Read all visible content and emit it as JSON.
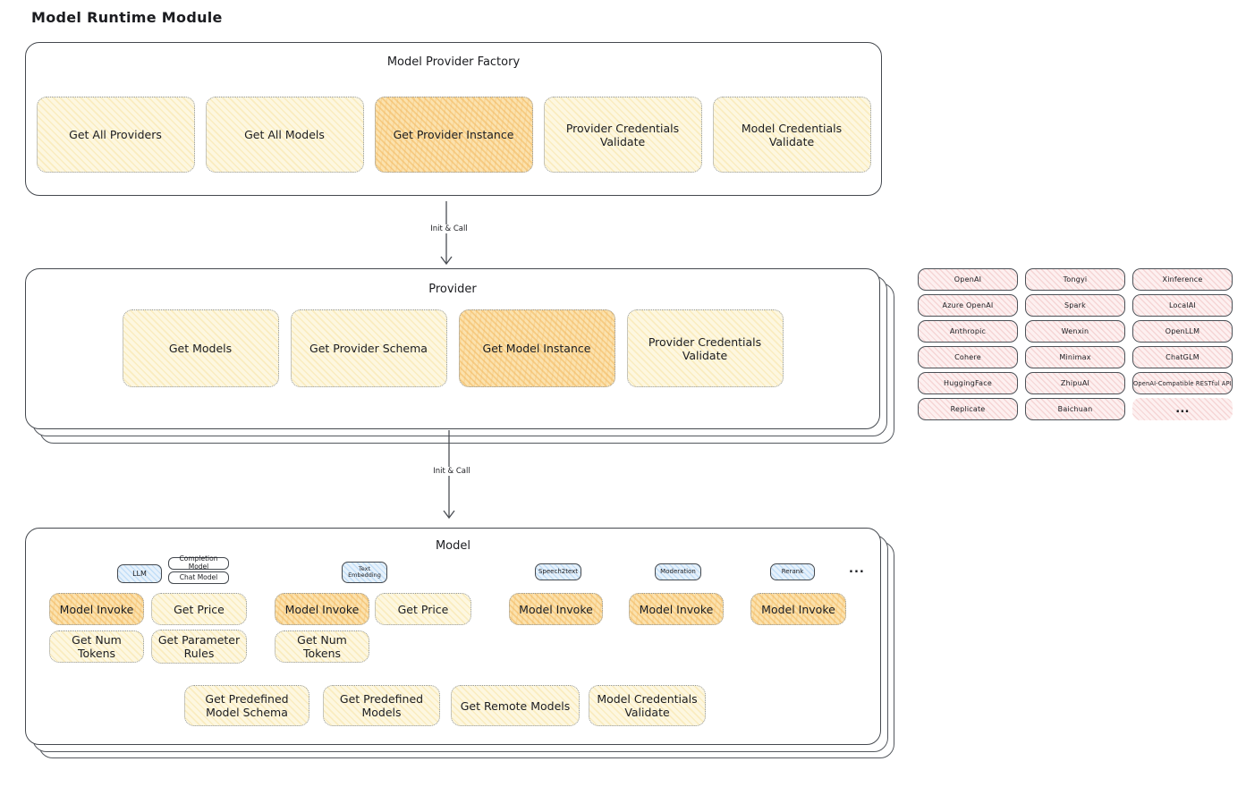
{
  "page_title": "Model Runtime Module",
  "arrow_labels": {
    "factory_to_provider": "Init & Call",
    "provider_to_model": "Init & Call"
  },
  "factory": {
    "title": "Model Provider Factory",
    "buttons": [
      {
        "label": "Get All Providers",
        "highlight": false
      },
      {
        "label": "Get All Models",
        "highlight": false
      },
      {
        "label": "Get Provider Instance",
        "highlight": true
      },
      {
        "label": "Provider Credentials Validate",
        "highlight": false
      },
      {
        "label": "Model Credentials Validate",
        "highlight": false
      }
    ]
  },
  "provider": {
    "title": "Provider",
    "buttons": [
      {
        "label": "Get Models",
        "highlight": false
      },
      {
        "label": "Get Provider Schema",
        "highlight": false
      },
      {
        "label": "Get Model Instance",
        "highlight": true
      },
      {
        "label": "Provider Credentials Validate",
        "highlight": false
      }
    ]
  },
  "provider_grid": {
    "columns": [
      [
        "OpenAI",
        "Azure OpenAI",
        "Anthropic",
        "Cohere",
        "HuggingFace",
        "Replicate"
      ],
      [
        "Tongyi",
        "Spark",
        "Wenxin",
        "Minimax",
        "ZhipuAI",
        "Baichuan"
      ],
      [
        "Xinference",
        "LocalAI",
        "OpenLLM",
        "ChatGLM",
        "OpenAI-Compatible RESTful API"
      ]
    ],
    "more": "..."
  },
  "model": {
    "title": "Model",
    "more": "...",
    "groups": [
      {
        "type": "LLM",
        "subtypes": [
          "Completion Model",
          "Chat Model"
        ],
        "buttons": [
          {
            "label": "Model Invoke",
            "highlight": true
          },
          {
            "label": "Get Price",
            "highlight": false
          },
          {
            "label": "Get Num Tokens",
            "highlight": false
          },
          {
            "label": "Get Parameter Rules",
            "highlight": false
          }
        ]
      },
      {
        "type": "Text Embedding",
        "buttons": [
          {
            "label": "Model Invoke",
            "highlight": true
          },
          {
            "label": "Get Price",
            "highlight": false
          },
          {
            "label": "Get Num Tokens",
            "highlight": false
          }
        ]
      },
      {
        "type": "Speech2text",
        "buttons": [
          {
            "label": "Model Invoke",
            "highlight": true
          }
        ]
      },
      {
        "type": "Moderation",
        "buttons": [
          {
            "label": "Model Invoke",
            "highlight": true
          }
        ]
      },
      {
        "type": "Rerank",
        "buttons": [
          {
            "label": "Model Invoke",
            "highlight": true
          }
        ]
      }
    ],
    "shared_buttons": [
      {
        "label": "Get Predefined Model Schema",
        "highlight": false
      },
      {
        "label": "Get Predefined Models",
        "highlight": false
      },
      {
        "label": "Get Remote Models",
        "highlight": false
      },
      {
        "label": "Model Credentials Validate",
        "highlight": false
      }
    ]
  },
  "colors": {
    "node_yellow": "#fdf7e0",
    "node_highlight_orange": "#fbe2ae",
    "provider_pink": "#fdf0f0",
    "type_blue": "#e6f1fb",
    "stroke_dark": "#45494f",
    "text": "#1b1c20"
  }
}
